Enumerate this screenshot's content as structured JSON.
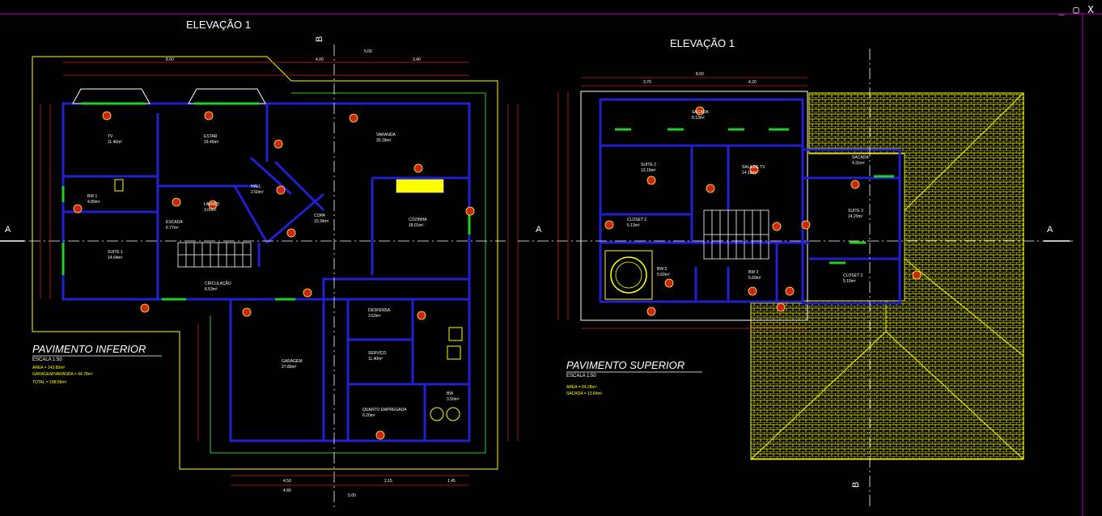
{
  "window": {
    "min_label": "_",
    "restore_label": "▢",
    "close_label": "X"
  },
  "colors": {
    "wall": "#2020d0",
    "dim": "#d02020",
    "dimtext": "#ffffff",
    "green": "#20d020",
    "yellow": "#ffff00",
    "cyan": "#00ffff",
    "magenta": "#c000c0",
    "white": "#ffffff",
    "roof": "#ffff00"
  },
  "left_plan": {
    "elevation": "ELEVAÇÃO 1",
    "title": "PAVIMENTO INFERIOR",
    "scale": "ESCALA 1:50",
    "area": "AREA = 143.80m²",
    "garage": "GARAGEM/VARANDA = 44.78m²",
    "total": "TOTAL = 188.58m²",
    "rooms": [
      {
        "name": "TV",
        "area": "11.40m²"
      },
      {
        "name": "ESTAR",
        "area": "19.40m²"
      },
      {
        "name": "VARANDA",
        "area": "30.18m²"
      },
      {
        "name": "HALL",
        "area": "2.60m²"
      },
      {
        "name": "BW 1",
        "area": "4.80m²"
      },
      {
        "name": "LAVABO",
        "area": "3.00m²"
      },
      {
        "name": "COPA",
        "area": "10.34m²"
      },
      {
        "name": "COZINHA",
        "area": "18.01m²"
      },
      {
        "name": "ESCADA",
        "area": "6.77m²"
      },
      {
        "name": "SUITE 1",
        "area": "14.64m²"
      },
      {
        "name": "CIRCULAÇÃO",
        "area": "6.53m²"
      },
      {
        "name": "DESPENSA",
        "area": "3.63m²"
      },
      {
        "name": "SERVIÇO",
        "area": "11.40m²"
      },
      {
        "name": "GARAGEM",
        "area": "27.80m²"
      },
      {
        "name": "QUARTO EMPREGADA",
        "area": "6.20m²"
      },
      {
        "name": "BW",
        "area": "3.50m²"
      }
    ],
    "section_a": "A",
    "section_b": "B",
    "dims_top": [
      "8.60",
      "4.00",
      "5.00",
      "3.40"
    ],
    "dims_bottom": [
      "4.50",
      "2.15",
      "1.45",
      "4.80",
      "5.00"
    ]
  },
  "right_plan": {
    "elevation": "ELEVAÇÃO 1",
    "title": "PAVIMENTO SUPERIOR",
    "scale": "ESCALA 1:50",
    "area": "AREA = 84.28m²",
    "sacada": "SACADA = 13.84m²",
    "rooms": [
      {
        "name": "SACADA",
        "area": "8.13m²"
      },
      {
        "name": "SUITE 2",
        "area": "13.10m²"
      },
      {
        "name": "SALA DE TV",
        "area": "14.18m²"
      },
      {
        "name": "SACADA",
        "area": "4.31m²"
      },
      {
        "name": "CLOSET 2",
        "area": "5.13m²"
      },
      {
        "name": "SUITE 3",
        "area": "14.20m²"
      },
      {
        "name": "BW 2",
        "area": "5.60m²"
      },
      {
        "name": "BW 3",
        "area": "5.60m²"
      },
      {
        "name": "CLOSET 3",
        "area": "5.10m²"
      }
    ],
    "section_a": "A",
    "section_b": "B",
    "dims_top": [
      "8.60",
      "3.70",
      "4.20"
    ]
  }
}
